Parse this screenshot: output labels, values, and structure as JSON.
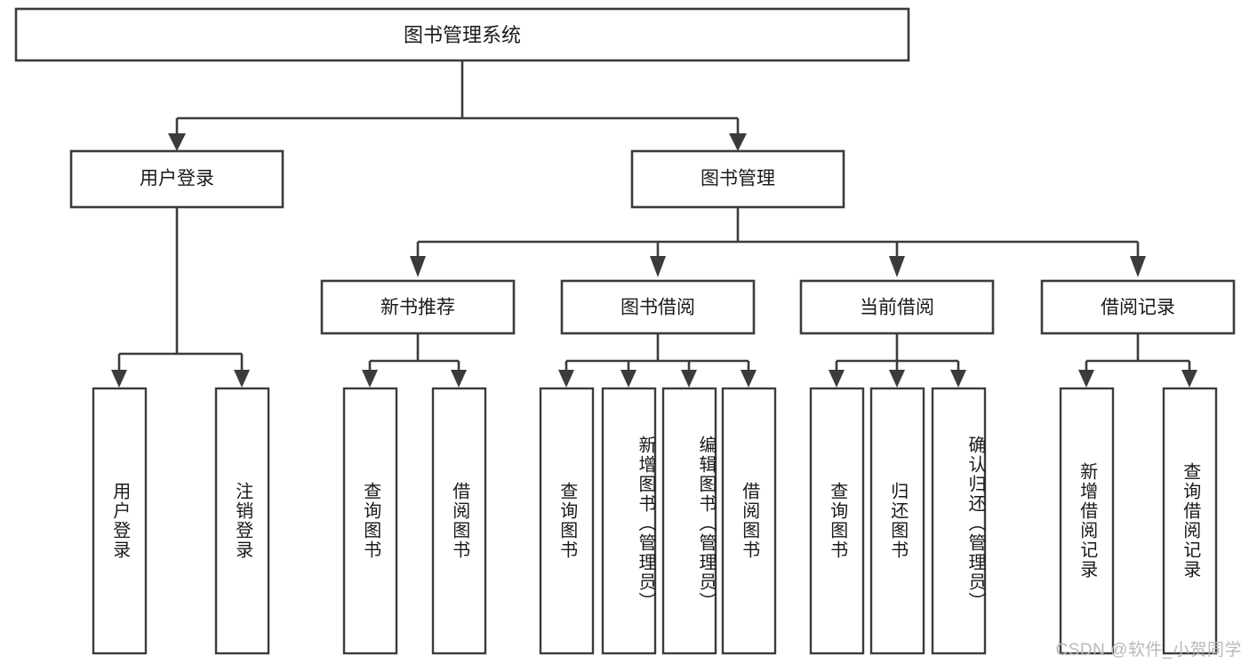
{
  "diagram": {
    "kind": "tree-hierarchy-chart",
    "root": {
      "label": "图书管理系统"
    },
    "level2": [
      {
        "label": "用户登录"
      },
      {
        "label": "图书管理"
      }
    ],
    "level3": [
      {
        "label": "新书推荐"
      },
      {
        "label": "图书借阅"
      },
      {
        "label": "当前借阅"
      },
      {
        "label": "借阅记录"
      }
    ],
    "leaves": {
      "user_login": [
        {
          "label": "用户登录"
        },
        {
          "label": "注销登录"
        }
      ],
      "new_book_recommend": [
        {
          "label": "查询图书"
        },
        {
          "label": "借阅图书"
        }
      ],
      "book_borrow": [
        {
          "label": "查询图书"
        },
        {
          "label": "新增图书（管理员）"
        },
        {
          "label": "编辑图书（管理员）"
        },
        {
          "label": "借阅图书"
        }
      ],
      "current_borrow": [
        {
          "label": "查询图书"
        },
        {
          "label": "归还图书"
        },
        {
          "label": "确认归还（管理员）"
        }
      ],
      "borrow_record": [
        {
          "label": "新增借阅记录"
        },
        {
          "label": "查询借阅记录"
        }
      ]
    }
  },
  "watermark": {
    "text": "CSDN @软件_小贺同学"
  },
  "colors": {
    "stroke": "#3b3b3b",
    "fill": "#ffffff",
    "text": "#1a1a1a",
    "watermark": "#b9b9b9"
  }
}
